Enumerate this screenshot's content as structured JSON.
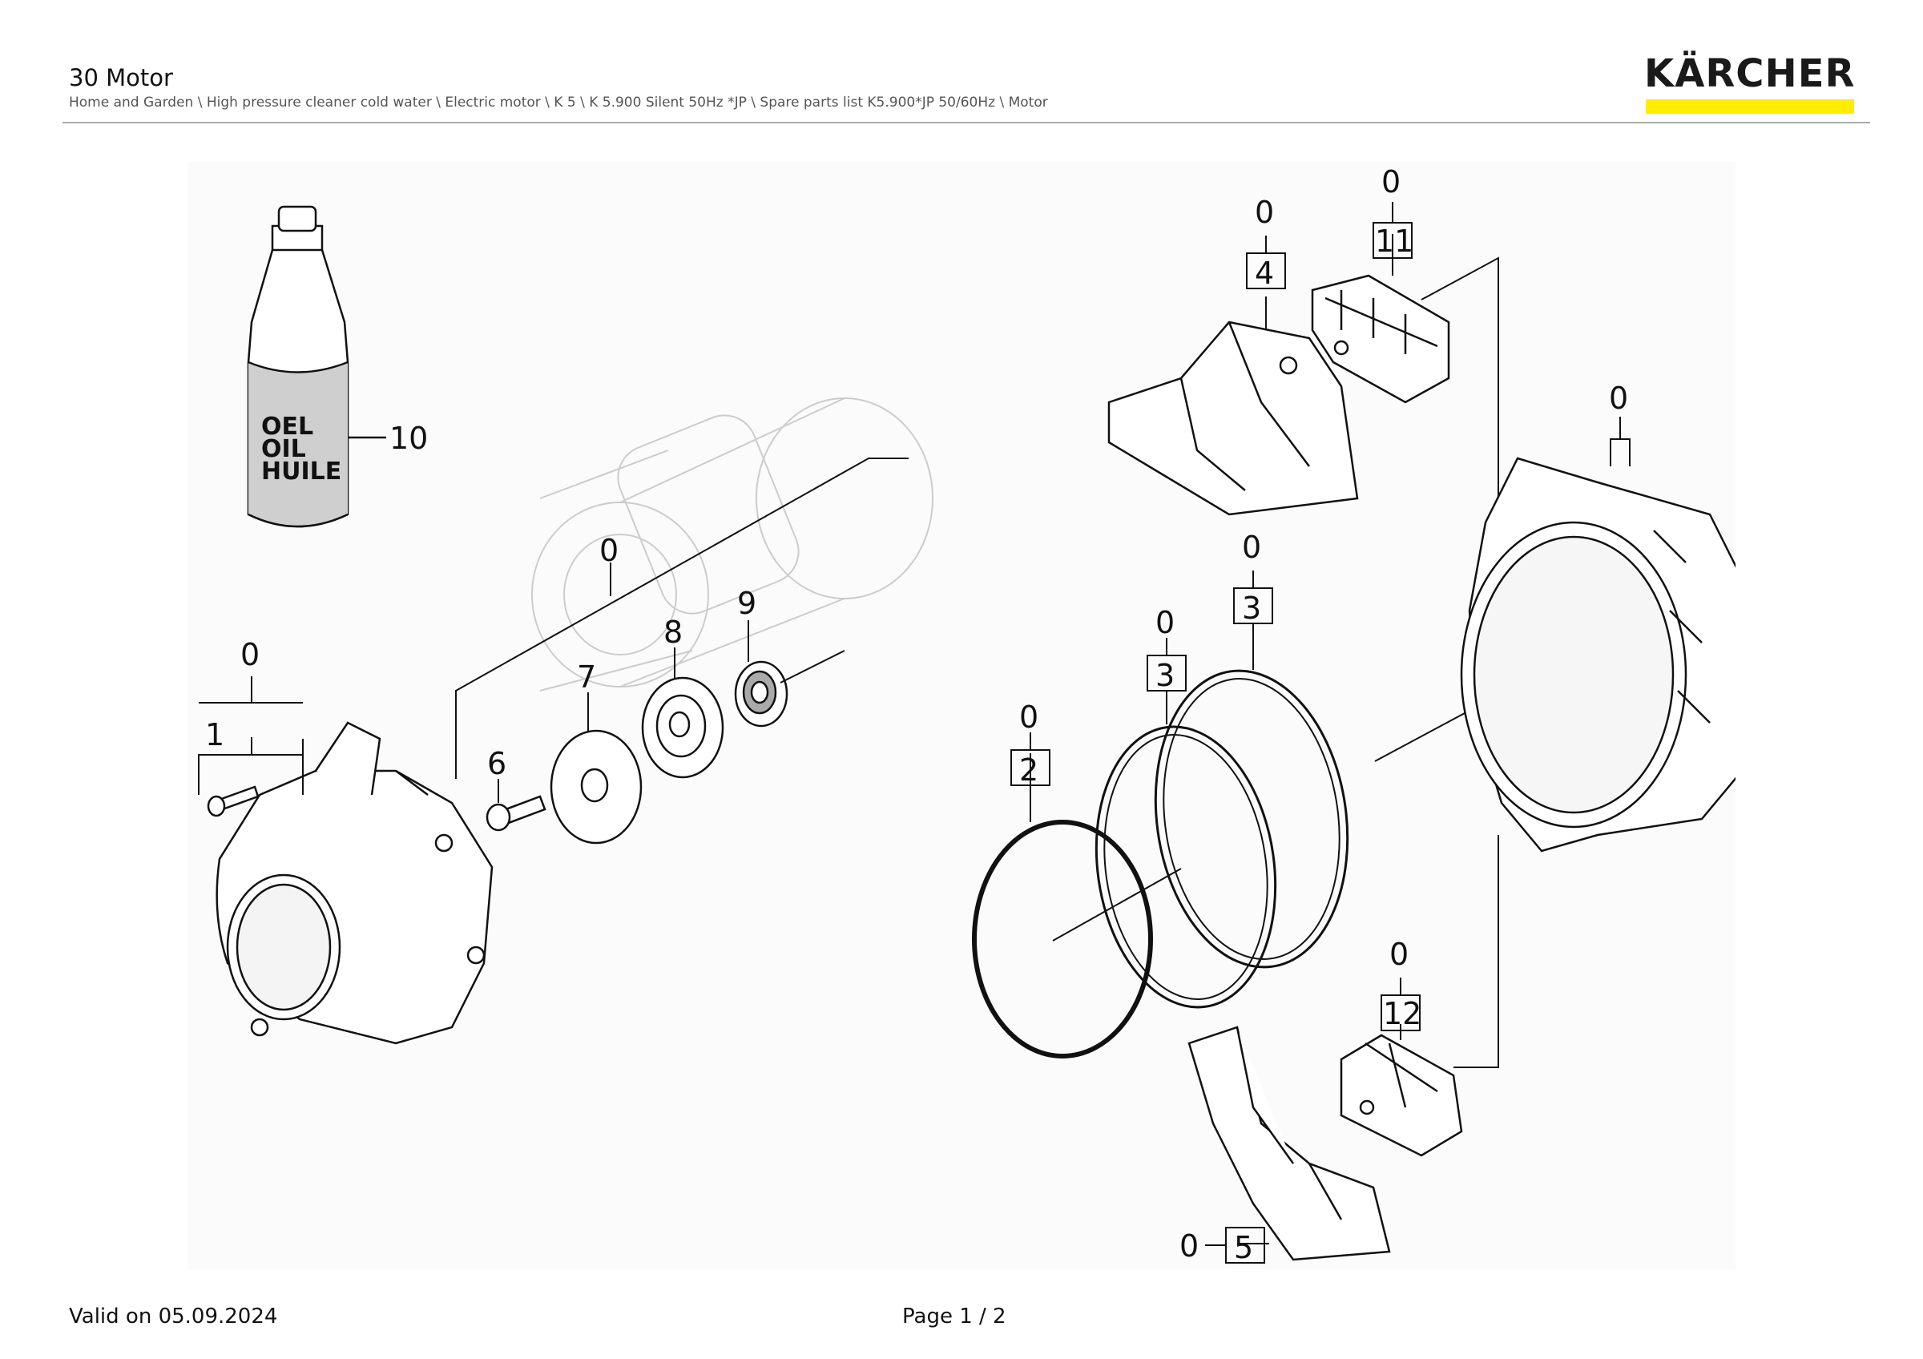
{
  "header": {
    "title": "30 Motor",
    "breadcrumb": "Home and Garden \\ High pressure cleaner cold water \\ Electric motor \\ K 5 \\ K 5.900 Silent 50Hz *JP \\ Spare parts list K5.900*JP 50/60Hz \\ Motor"
  },
  "logo": {
    "text": "KÄRCHER",
    "bar_color": "#ffed00"
  },
  "drawing": {
    "bottle_text": [
      "OEL",
      "OIL",
      "HUILE"
    ],
    "labels": {
      "l10": "10",
      "l0_belowshaft": "0",
      "l0_cover": "0",
      "l1": "1",
      "l6": "6",
      "l7": "7",
      "l8": "8",
      "l9": "9",
      "l0_ring2": "0",
      "l2": "2",
      "l0_ring3a": "0",
      "l3a": "3",
      "l0_ring3b": "0",
      "l3b": "3",
      "l0_bracket4": "0",
      "l4": "4",
      "l0_11": "0",
      "l11": "11",
      "l0_housing": "0",
      "l0_12": "0",
      "l12": "12",
      "l0_5": "0",
      "l5": "5"
    }
  },
  "footer": {
    "valid": "Valid on 05.09.2024",
    "page": "Page 1 / 2"
  }
}
